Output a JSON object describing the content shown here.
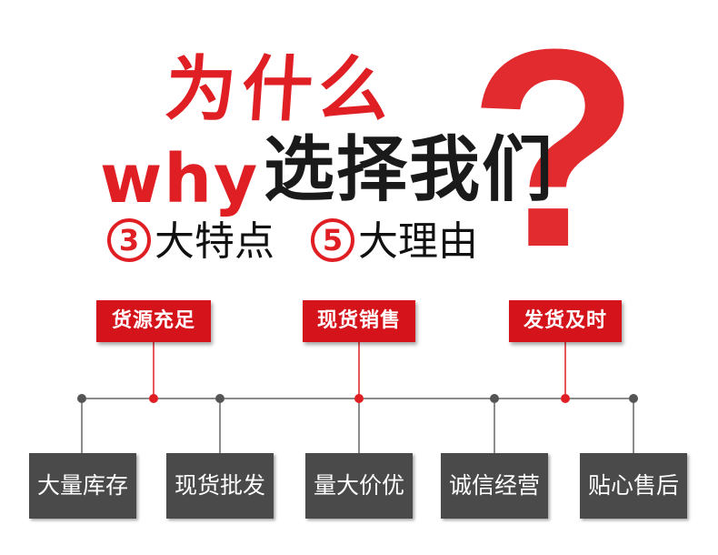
{
  "headline": {
    "why_prefix": "为什么",
    "why_en": "why",
    "choose_us": "选择我们",
    "question_mark": "?"
  },
  "features": [
    {
      "num": "3",
      "text": "大特点"
    },
    {
      "num": "5",
      "text": "大理由"
    }
  ],
  "red_labels": [
    "货源充足",
    "现货销售",
    "发货及时"
  ],
  "gray_boxes": [
    "大量库存",
    "现货批发",
    "量大价优",
    "诚信经营",
    "贴心售后"
  ],
  "colors": {
    "accent_red": "#e01f24",
    "label_red": "#d4131a",
    "box_gray": "#4a4a4a",
    "line_gray": "#555555"
  }
}
